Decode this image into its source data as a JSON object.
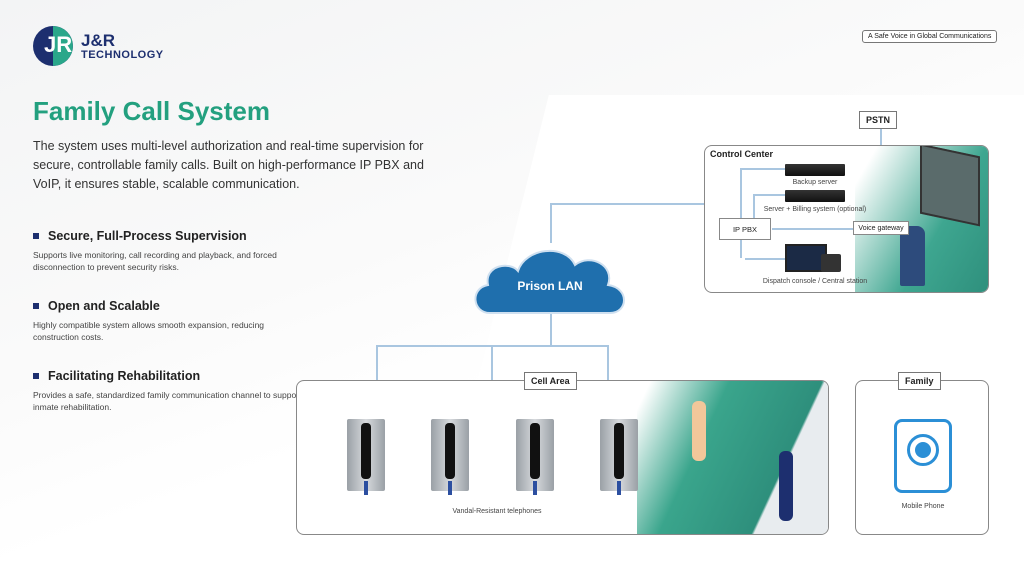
{
  "brand": {
    "name": "J&R",
    "sub": "TECHNOLOGY",
    "mark": "JR"
  },
  "tagline": "A Safe Voice in Global Communications",
  "title": "Family Call System",
  "intro": "The system uses multi-level authorization and real-time supervision for secure, controllable family calls. Built on high-performance IP PBX and VoIP, it ensures stable, scalable communication.",
  "features": [
    {
      "title": "Secure, Full-Process Supervision",
      "desc": "Supports live monitoring, call recording and playback, and forced disconnection to prevent security risks."
    },
    {
      "title": "Open and Scalable",
      "desc": "Highly compatible system allows smooth expansion, reducing construction costs."
    },
    {
      "title": "Facilitating Rehabilitation",
      "desc": "Provides a safe, standardized family communication channel to support inmate rehabilitation."
    }
  ],
  "diagram": {
    "pstn": "PSTN",
    "control_center": "Control Center",
    "backup_server": "Backup server",
    "billing_server": "Server + Billing system (optional)",
    "ip_pbx": "IP PBX",
    "voice_gateway": "Voice gateway",
    "dispatch": "Dispatch console / Central station",
    "lan": "Prison LAN",
    "cell_area": "Cell Area",
    "telephones": "Vandal-Resistant telephones",
    "family": "Family",
    "mobile": "Mobile Phone"
  }
}
